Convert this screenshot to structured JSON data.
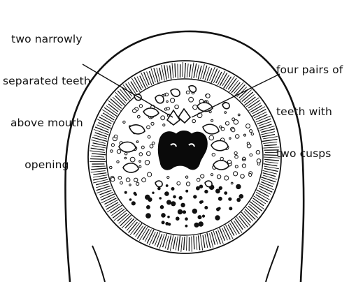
{
  "annotations": {
    "left": {
      "lines": [
        "two narrowly",
        "separated teeth",
        "above mouth",
        "opening"
      ]
    },
    "right": {
      "lines": [
        "four pairs of",
        "teeth with",
        "two cusps"
      ]
    }
  },
  "colors": {
    "ink": "#111111",
    "background": "#ffffff",
    "mouth": "#0a0a0a"
  }
}
